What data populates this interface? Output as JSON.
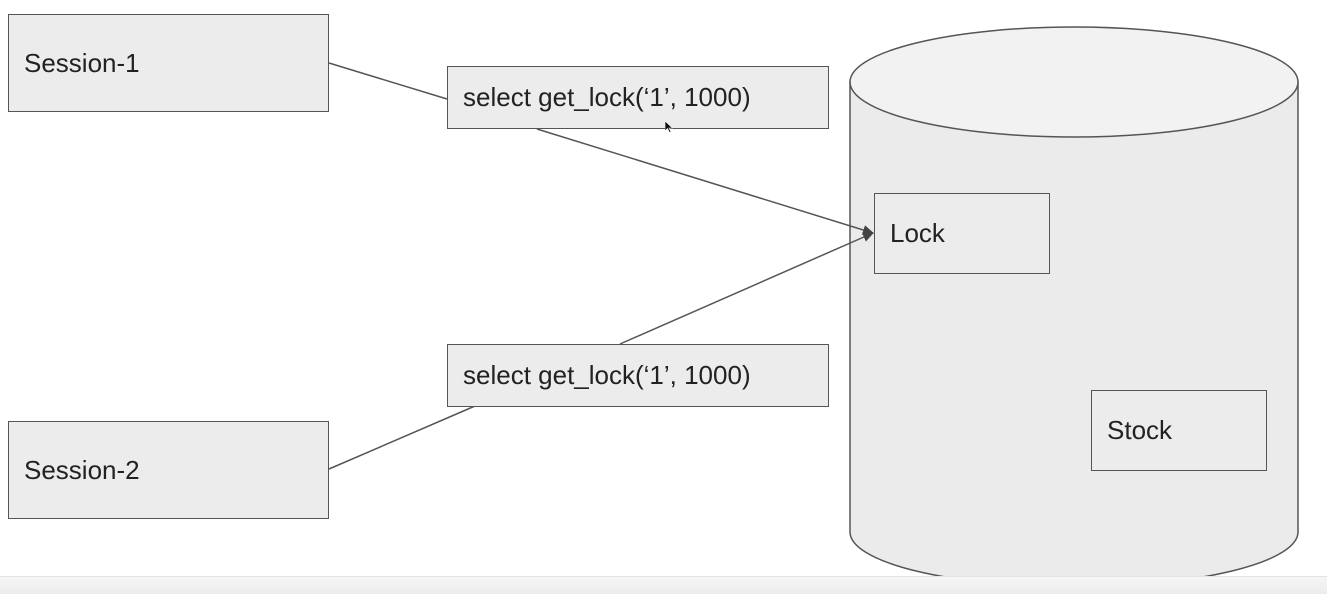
{
  "diagram": {
    "session_1": "Session-1",
    "session_2": "Session-2",
    "query_1": "select get_lock(‘1’, 1000)",
    "query_2": "select get_lock(‘1’, 1000)",
    "lock": "Lock",
    "stock": "Stock"
  },
  "colors": {
    "box_fill": "#ececec",
    "stroke": "#555555",
    "text": "#222222",
    "cylinder_fill": "#ebebeb"
  }
}
